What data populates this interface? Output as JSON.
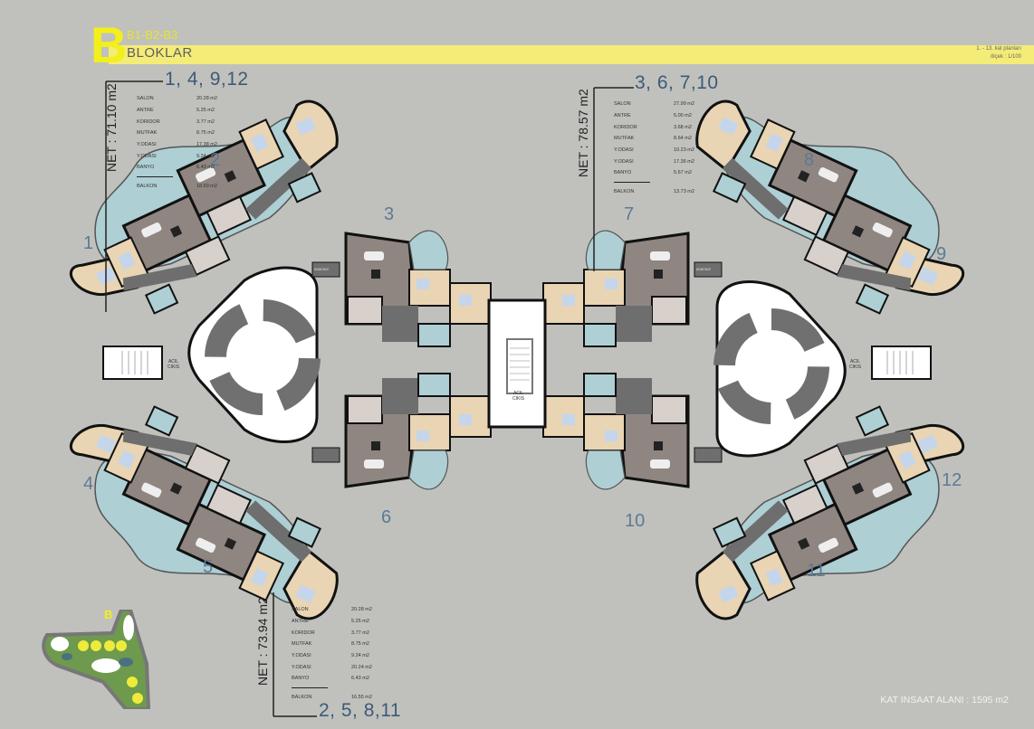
{
  "header": {
    "block_letter": "B",
    "block_codes": "B1-B2-B3",
    "title": "BLOKLAR",
    "floors_note": "1. - 13. kat planları",
    "scale_note": "ölçek : 1/100"
  },
  "colors": {
    "background": "#c0c1bd",
    "accent_yellow": "#f3ef1a",
    "band_yellow": "#f4ec78",
    "living_room": "#8f8581",
    "bedroom": "#e9d4b3",
    "balcony_bath": "#aecfd3",
    "corridor": "#6e6e6e",
    "unit_number": "#5d7a94"
  },
  "unit_groups": [
    {
      "label": "1, 4, 9,12",
      "net_area": "NET : 71.10 m2",
      "rooms": [
        {
          "name": "SALON",
          "area": "20.28 m2"
        },
        {
          "name": "ANTRE",
          "area": "5.25 m2"
        },
        {
          "name": "KORIDOR",
          "area": "3.77 m2"
        },
        {
          "name": "MUTFAK",
          "area": "8.75 m2"
        },
        {
          "name": "Y.ODASI",
          "area": "17.38 m2"
        },
        {
          "name": "Y.ODASI",
          "area": "9.24 m2"
        },
        {
          "name": "BANYO",
          "area": "6.43 m2"
        }
      ],
      "balcony": {
        "name": "BALKON",
        "area": "18.60 m2"
      }
    },
    {
      "label": "3, 6, 7,10",
      "net_area": "NET : 78.57 m2",
      "rooms": [
        {
          "name": "SALON",
          "area": "27.99 m2"
        },
        {
          "name": "ANTRE",
          "area": "5.00 m2"
        },
        {
          "name": "KORIDOR",
          "area": "3.68 m2"
        },
        {
          "name": "MUTFAK",
          "area": "8.64 m2"
        },
        {
          "name": "Y.ODASI",
          "area": "10.23 m2"
        },
        {
          "name": "Y.ODASI",
          "area": "17.36 m2"
        },
        {
          "name": "BANYO",
          "area": "5.67 m2"
        }
      ],
      "balcony": {
        "name": "BALKON",
        "area": "13.73 m2"
      }
    },
    {
      "label": "2, 5, 8,11",
      "net_area": "NET : 73.94 m2",
      "rooms": [
        {
          "name": "SALON",
          "area": "20.28 m2"
        },
        {
          "name": "ANTRE",
          "area": "5.25 m2"
        },
        {
          "name": "KORIDOR",
          "area": "3.77 m2"
        },
        {
          "name": "MUTFAK",
          "area": "8.75 m2"
        },
        {
          "name": "Y.ODASI",
          "area": "9.24 m2"
        },
        {
          "name": "Y.ODASI",
          "area": "20.24 m2"
        },
        {
          "name": "BANYO",
          "area": "6.43 m2"
        }
      ],
      "balcony": {
        "name": "BALKON",
        "area": "16.55 m2"
      }
    }
  ],
  "unit_numbers": [
    "1",
    "2",
    "3",
    "4",
    "5",
    "6",
    "7",
    "8",
    "9",
    "10",
    "11",
    "12"
  ],
  "plan_labels": {
    "emergency_exit": [
      "ACIL",
      "CIKIS"
    ],
    "elevator": "asansor"
  },
  "site_map": {
    "block_marker": "B"
  },
  "footer": {
    "floor_area": "KAT INSAAT ALANI : 1595 m2"
  }
}
